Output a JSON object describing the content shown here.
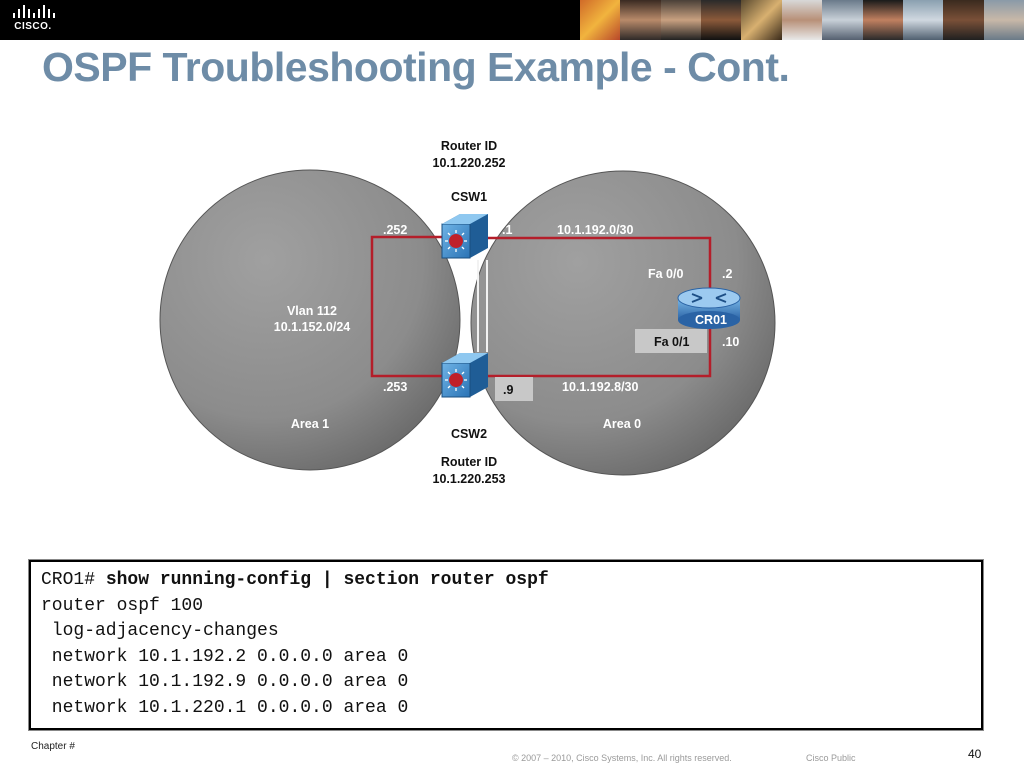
{
  "header": {
    "logo_text": "CISCO."
  },
  "slide": {
    "title": "OSPF Troubleshooting Example - Cont."
  },
  "diagram": {
    "csw1": {
      "router_id_label": "Router ID",
      "router_id": "10.1.220.252",
      "name": "CSW1",
      "left_ip": ".252",
      "right_ip": ".1"
    },
    "csw2": {
      "router_id_label": "Router ID",
      "router_id": "10.1.220.253",
      "name": "CSW2",
      "left_ip": ".253",
      "right_ip": ".9"
    },
    "cr01": {
      "name": "CR01",
      "fa00_label": "Fa 0/0",
      "fa00_ip": ".2",
      "fa01_label": "Fa 0/1",
      "fa01_ip": ".10"
    },
    "area1": {
      "label": "Area 1",
      "vlan": "Vlan 112",
      "subnet": "10.1.152.0/24"
    },
    "area0": {
      "label": "Area 0",
      "subnet_top": "10.1.192.0/30",
      "subnet_bottom": "10.1.192.8/30"
    },
    "colors": {
      "circle": "#8c8c8c",
      "link": "#b41e2a",
      "switch": "#2a73b5",
      "router": "#3a7bbd"
    }
  },
  "console": {
    "prompt": "CRO1# ",
    "command": "show running-config | section router ospf",
    "lines": [
      "router ospf 100",
      " log-adjacency-changes",
      " network 10.1.192.2 0.0.0.0 area 0",
      " network 10.1.192.9 0.0.0.0 area 0",
      " network 10.1.220.1 0.0.0.0 area 0"
    ]
  },
  "footer": {
    "chapter": "Chapter #",
    "copyright": "© 2007 – 2010, Cisco Systems, Inc. All rights reserved.",
    "classification": "Cisco Public",
    "page": "40"
  }
}
